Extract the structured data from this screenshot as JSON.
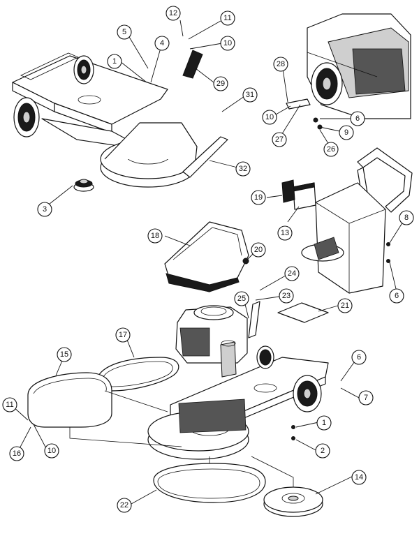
{
  "callouts": [
    {
      "id": "c12",
      "label": "12"
    },
    {
      "id": "c11a",
      "label": "11"
    },
    {
      "id": "c5",
      "label": "5"
    },
    {
      "id": "c4",
      "label": "4"
    },
    {
      "id": "c10a",
      "label": "10"
    },
    {
      "id": "c1a",
      "label": "1"
    },
    {
      "id": "c29",
      "label": "29"
    },
    {
      "id": "c31",
      "label": "31"
    },
    {
      "id": "c32",
      "label": "32"
    },
    {
      "id": "c3",
      "label": "3"
    },
    {
      "id": "c28",
      "label": "28"
    },
    {
      "id": "c10b",
      "label": "10"
    },
    {
      "id": "c27",
      "label": "27"
    },
    {
      "id": "c6a",
      "label": "6"
    },
    {
      "id": "c9",
      "label": "9"
    },
    {
      "id": "c26",
      "label": "26"
    },
    {
      "id": "c19",
      "label": "19"
    },
    {
      "id": "c13",
      "label": "13"
    },
    {
      "id": "c8",
      "label": "8"
    },
    {
      "id": "c6b",
      "label": "6"
    },
    {
      "id": "c18",
      "label": "18"
    },
    {
      "id": "c20",
      "label": "20"
    },
    {
      "id": "c24",
      "label": "24"
    },
    {
      "id": "c23",
      "label": "23"
    },
    {
      "id": "c25",
      "label": "25"
    },
    {
      "id": "c21",
      "label": "21"
    },
    {
      "id": "c17",
      "label": "17"
    },
    {
      "id": "c15",
      "label": "15"
    },
    {
      "id": "c6c",
      "label": "6"
    },
    {
      "id": "c7",
      "label": "7"
    },
    {
      "id": "c11b",
      "label": "11"
    },
    {
      "id": "c1b",
      "label": "1"
    },
    {
      "id": "c16",
      "label": "16"
    },
    {
      "id": "c10c",
      "label": "10"
    },
    {
      "id": "c2",
      "label": "2"
    },
    {
      "id": "c14",
      "label": "14"
    },
    {
      "id": "c22",
      "label": "22"
    }
  ]
}
